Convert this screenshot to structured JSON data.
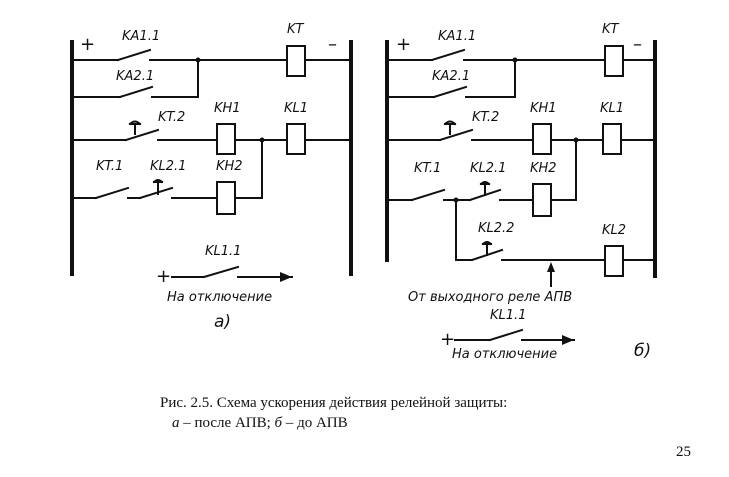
{
  "diagram_a": {
    "plus": "+",
    "minus": "–",
    "labels": {
      "ka11": "KA1.1",
      "ka21": "KA2.1",
      "kt": "KT",
      "kt2": "KT.2",
      "kh1": "KH1",
      "kl1": "KL1",
      "kt1": "KT.1",
      "kl21": "KL2.1",
      "kh2": "KH2",
      "kl11": "KL1.1"
    },
    "trip_plus": "+",
    "trip_text": "На отключение",
    "sub_label": "а)"
  },
  "diagram_b": {
    "plus": "+",
    "minus": "–",
    "labels": {
      "ka11": "KA1.1",
      "ka21": "KA2.1",
      "kt": "KT",
      "kt2": "KT.2",
      "kh1": "KH1",
      "kl1": "KL1",
      "kt1": "KT.1",
      "kl21": "KL2.1",
      "kh2": "KH2",
      "kl22": "KL2.2",
      "kl2": "KL2",
      "kl11": "KL1.1"
    },
    "arrow_text": "От выходного реле АПВ",
    "trip_plus": "+",
    "trip_text": "На отключение",
    "sub_label": "б)"
  },
  "caption": {
    "line1": "Рис. 2.5. Схема ускорения действия релейной защиты:",
    "a_letter": "а",
    "a_text": " – после АПВ; ",
    "b_letter": "б",
    "b_text": " – до АПВ"
  },
  "page_number": "25"
}
